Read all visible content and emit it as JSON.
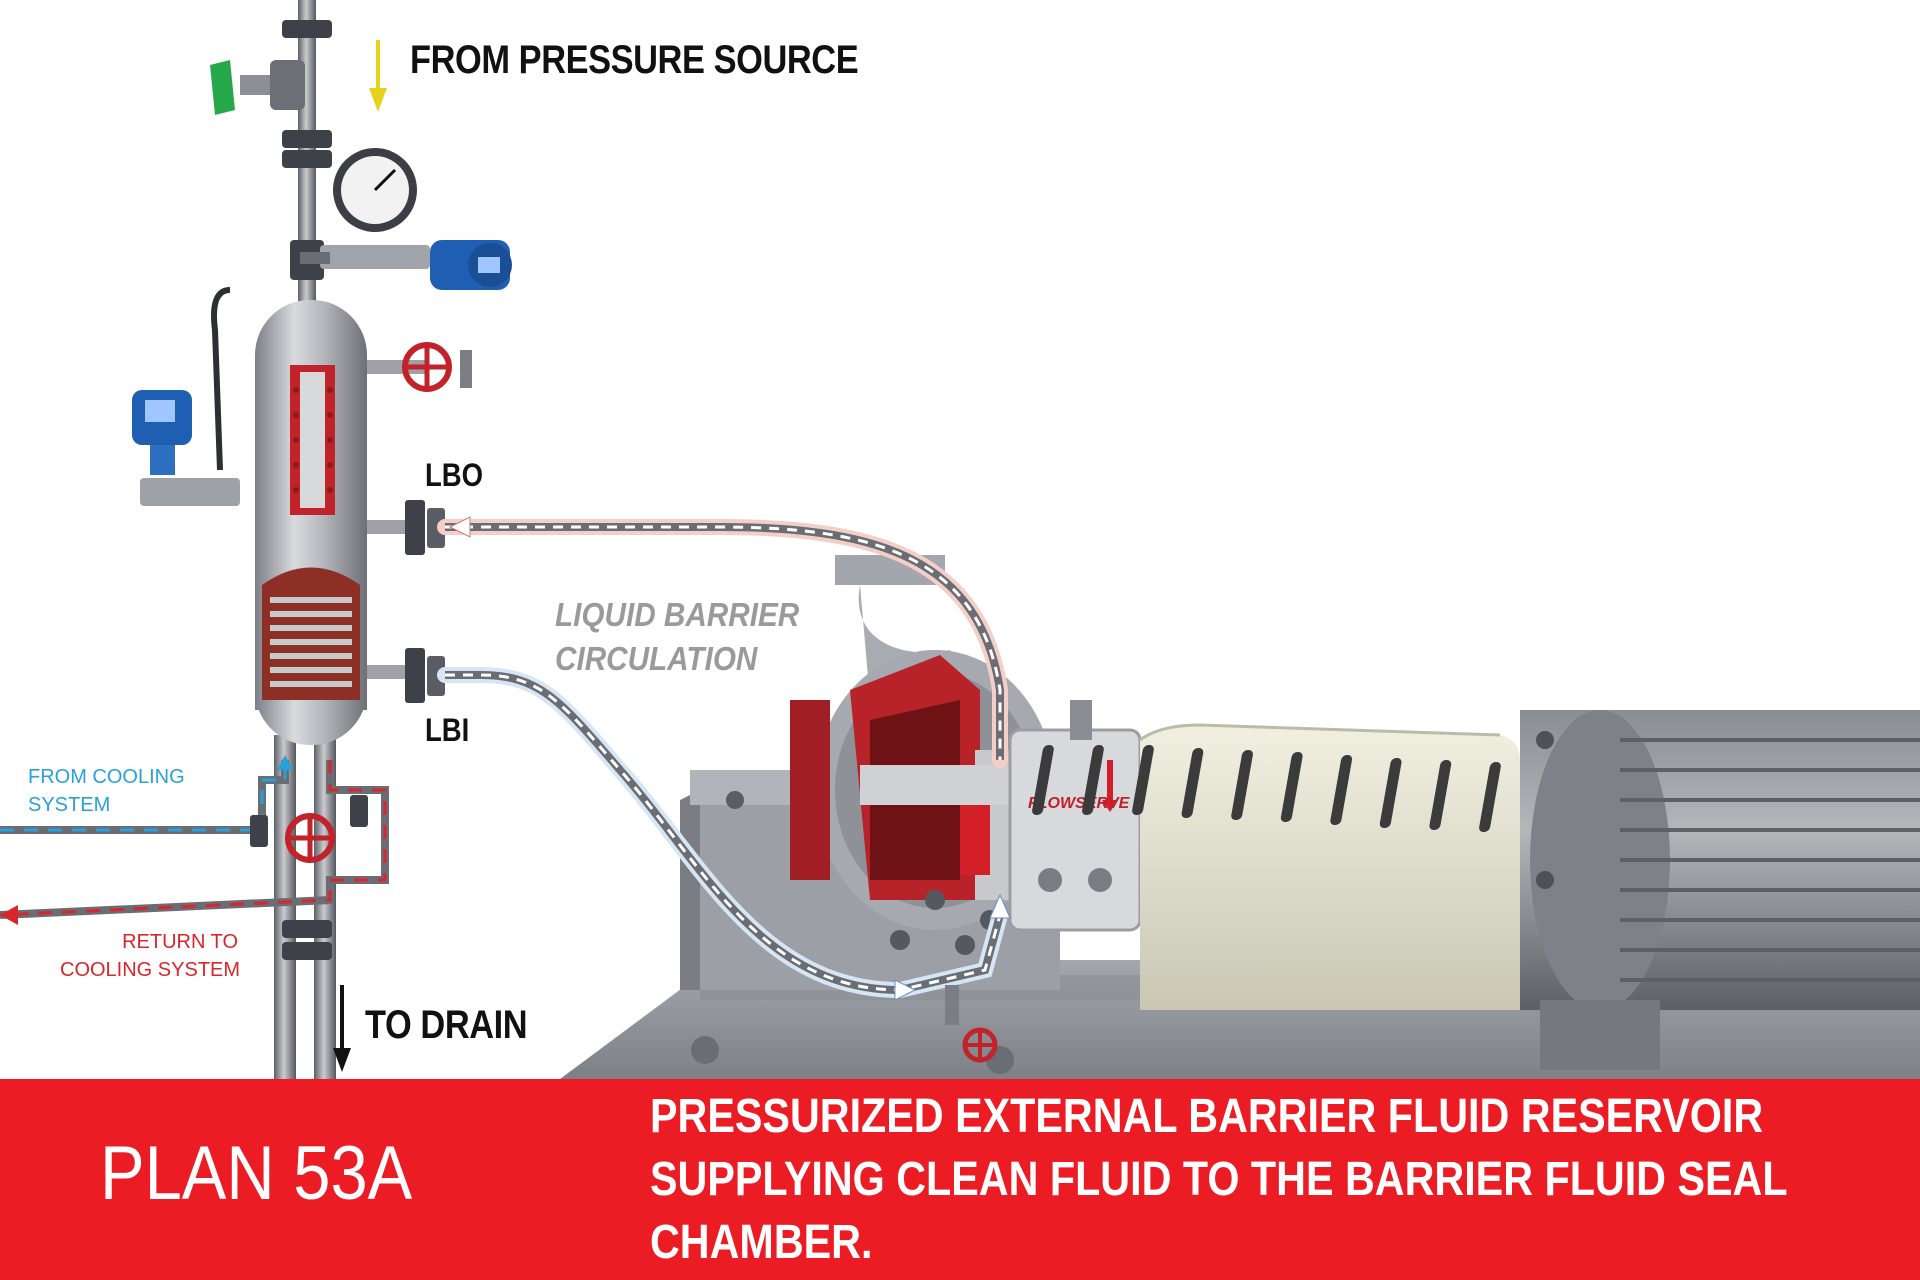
{
  "labels": {
    "from_pressure_source": "FROM PRESSURE SOURCE",
    "lbo": "LBO",
    "lbi": "LBI",
    "liquid_barrier": [
      "LIQUID BARRIER",
      "CIRCULATION"
    ],
    "from_cooling": [
      "FROM COOLING",
      "SYSTEM"
    ],
    "return_cooling": [
      "RETURN TO",
      "COOLING SYSTEM"
    ],
    "to_drain": "TO DRAIN",
    "brand": "FLOWSERVE"
  },
  "banner": {
    "plan": "PLAN 53A",
    "description_lines": [
      "PRESSURIZED EXTERNAL BARRIER FLUID RESERVOIR",
      "SUPPLYING CLEAN FLUID TO THE BARRIER FLUID SEAL",
      "CHAMBER."
    ]
  },
  "colors": {
    "banner": "#ec1c24",
    "cooling_supply": "#2aa0d8",
    "cooling_return": "#d8262c",
    "pressure_arrow": "#e6d21c",
    "equipment_gray": "#8c8f96",
    "motor_cover": "#e6e4d2"
  }
}
